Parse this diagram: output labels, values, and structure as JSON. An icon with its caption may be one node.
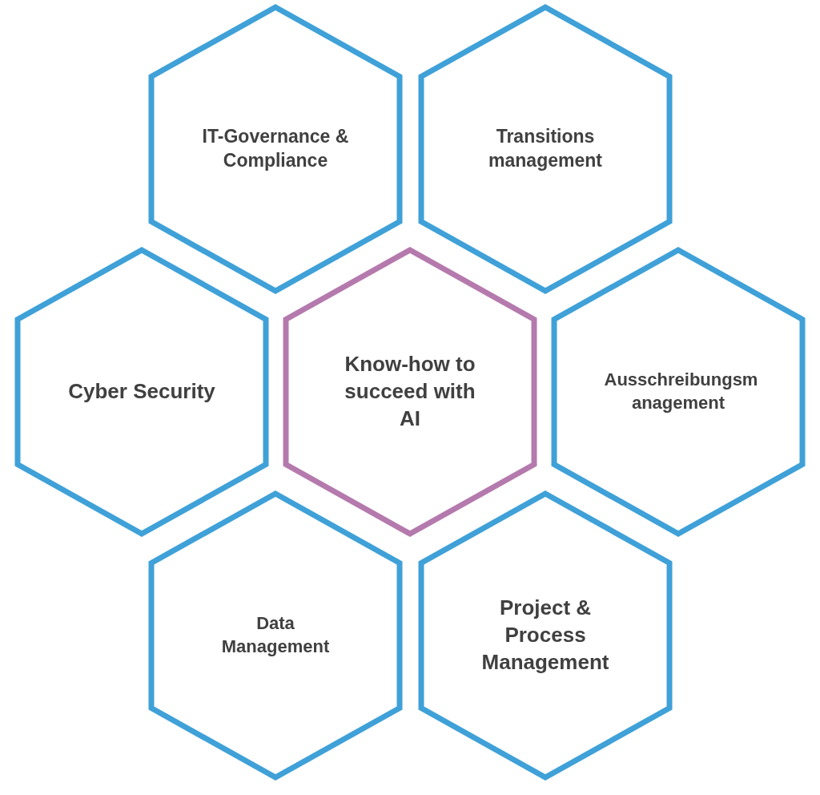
{
  "diagram": {
    "nodes": [
      {
        "text": [
          "IT-Governance & Compliance"
        ]
      },
      {
        "text": [
          "Transitions management"
        ]
      },
      {
        "text": [
          "Cyber Security"
        ]
      },
      {
        "text": [
          "Know-how to succeed with AI"
        ]
      },
      {
        "text": [
          "Ausschreibungsm anagement"
        ]
      },
      {
        "text": [
          "Data Management"
        ]
      },
      {
        "text": [
          "Project & Process Management"
        ]
      }
    ],
    "edges": []
  }
}
